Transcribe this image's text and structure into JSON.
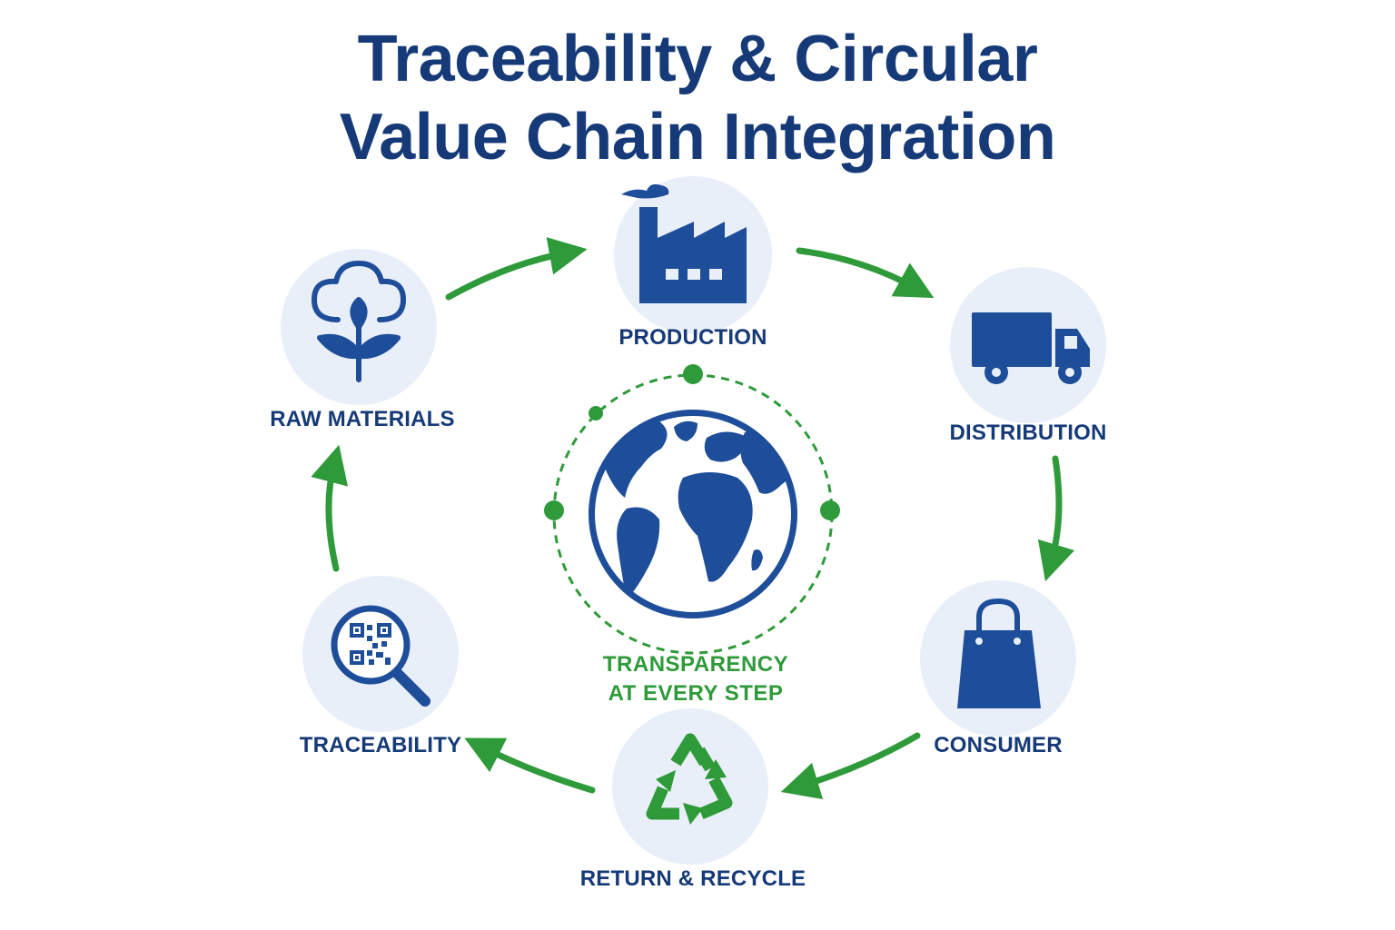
{
  "title": {
    "line1": "Traceability & Circular",
    "line2": "Value Chain Integration"
  },
  "stages": [
    {
      "id": "raw-materials",
      "label": "RAW MATERIALS",
      "icon": "cotton-plant-icon"
    },
    {
      "id": "production",
      "label": "PRODUCTION",
      "icon": "factory-icon"
    },
    {
      "id": "distribution",
      "label": "DISTRIBUTION",
      "icon": "truck-icon"
    },
    {
      "id": "consumer",
      "label": "CONSUMER",
      "icon": "shopping-bag-icon"
    },
    {
      "id": "return-recycle",
      "label": "RETURN & RECYCLE",
      "icon": "recycle-icon"
    },
    {
      "id": "traceability",
      "label": "TRACEABILITY",
      "icon": "qr-magnifier-icon"
    }
  ],
  "center": {
    "line1": "TRANSPARENCY",
    "line2": "AT EVERY STEP",
    "icon": "globe-icon"
  },
  "colors": {
    "navy": "#163a78",
    "icon_blue": "#1e4d9a",
    "green": "#2f9a3a",
    "circle_bg": "#e8eff8"
  }
}
